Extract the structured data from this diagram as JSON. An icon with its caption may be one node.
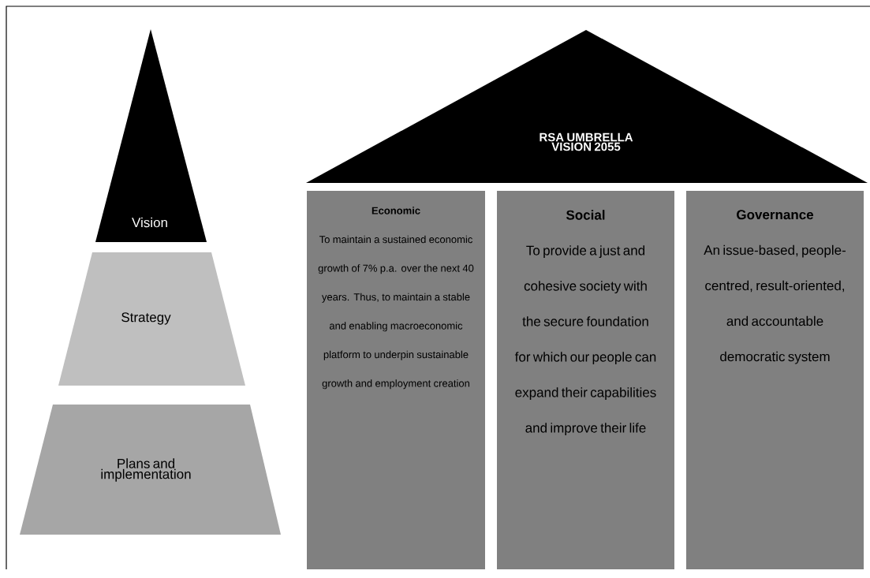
{
  "diagram": {
    "nodes": [
      {
        "text": [
          "Vision"
        ]
      },
      {
        "text": [
          "Strategy"
        ]
      },
      {
        "text": [
          "Plans and implementation"
        ]
      },
      {
        "text": [
          "RSA UMBRELLA VISION 2055"
        ]
      },
      {
        "text": [
          "Economic",
          "To maintain a sustained economic growth of 7% p.a. over the next 40 years. Thus, to maintain a stable and enabling macroeconomic platform to underpin sustainable growth and employment creation"
        ]
      },
      {
        "text": [
          "Social",
          "To provide a just and cohesive society with the secure foundation for which our people can expand their capabilities and improve their life"
        ]
      },
      {
        "text": [
          "Governance",
          "An issue-based, people-centred, result-oriented, and accountable democratic system"
        ]
      }
    ]
  }
}
